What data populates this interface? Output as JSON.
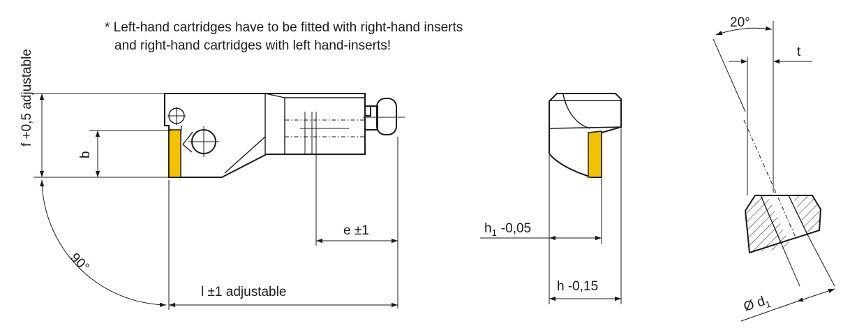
{
  "note": {
    "line1": "* Left-hand cartridges have to be fitted with right-hand inserts",
    "line2": "and right-hand cartridges with left hand-inserts!"
  },
  "side_view": {
    "dim_f_label": "f +0,5 adjustable",
    "dim_b_label": "b",
    "dim_e_label": "e ±1",
    "dim_l_label": "l ±1 adjustable",
    "angle_label": "90°"
  },
  "front_view": {
    "dim_h1_main": "h",
    "dim_h1_sub": "1",
    "dim_h1_tol": "-0,05",
    "dim_h_label": "h  -0,15"
  },
  "insert_view": {
    "angle_label": "20°",
    "dim_t_label": "t",
    "dim_d1_main": "Ø d",
    "dim_d1_sub": "1"
  },
  "colors": {
    "insert": "#f2c200",
    "line": "#1a1a1a",
    "background": "#ffffff"
  }
}
